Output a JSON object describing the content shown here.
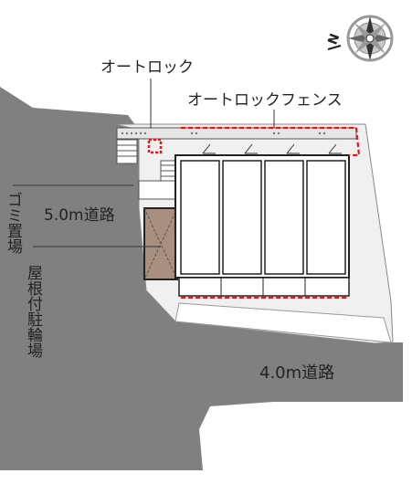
{
  "labels": {
    "autolock": "オートロック",
    "autolock_fence": "オートロックフェンス",
    "road_5m": "5.0m道路",
    "road_4m": "4.0m道路",
    "garbage": "ゴミ置場",
    "bike_parking": "屋根付駐輪場"
  },
  "compass": {
    "letter": "N"
  },
  "colors": {
    "road": "#808080",
    "ground": "#f0f0f0",
    "building": "#ffffff",
    "outline": "#222222",
    "fence": "#e01818",
    "bike_area": "#a88f80"
  }
}
